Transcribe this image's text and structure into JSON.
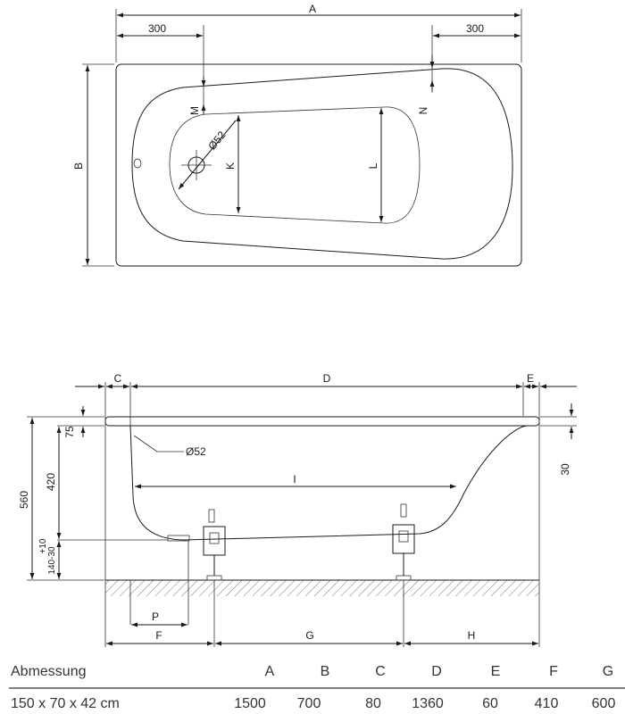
{
  "top_view": {
    "A": "A",
    "B": "B",
    "left_offset": "300",
    "right_offset": "300",
    "M": "M",
    "N": "N",
    "K": "K",
    "L": "L",
    "drain": "Ø52"
  },
  "side_view": {
    "C": "C",
    "D": "D",
    "E": "E",
    "rim": "75",
    "depth": "420",
    "height": "560",
    "feet_top": "+10",
    "feet_bottom": "140-30",
    "drain": "Ø52",
    "I": "I",
    "edge": "30",
    "P": "P",
    "F": "F",
    "G": "G",
    "H": "H"
  },
  "table": {
    "headers": [
      "Abmessung",
      "A",
      "B",
      "C",
      "D",
      "E",
      "F",
      "G"
    ],
    "row": [
      "150 x 70 x 42 cm",
      "1500",
      "700",
      "80",
      "1360",
      "60",
      "410",
      "600"
    ]
  }
}
